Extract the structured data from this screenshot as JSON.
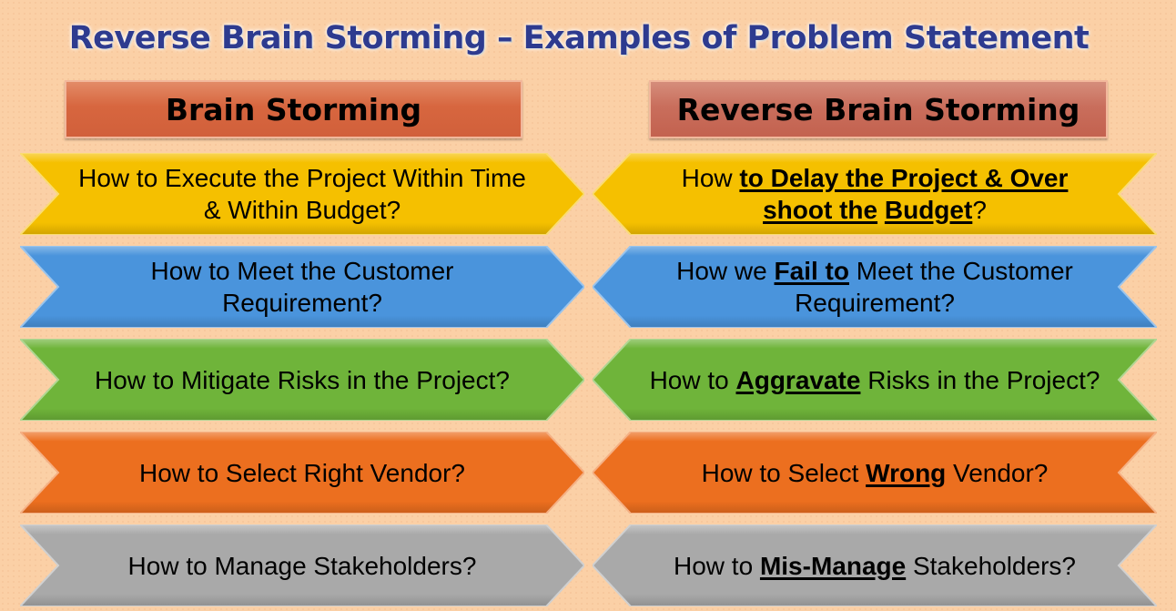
{
  "title": "Reverse Brain Storming – Examples of Problem Statement",
  "headers": {
    "left": "Brain Storming",
    "right": "Reverse Brain Storming"
  },
  "colors": {
    "yellow": "#f5c000",
    "blue": "#4a94dc",
    "green": "#6fb43a",
    "orange": "#ec6f1f",
    "gray": "#a9a9a9"
  },
  "rows": [
    {
      "color": "yellow",
      "left": [
        {
          "t": "How to Execute the Project Within Time & Within Budget?",
          "em": false
        }
      ],
      "right": [
        {
          "t": "How ",
          "em": false
        },
        {
          "t": "to Delay the Project & Over shoot the",
          "em": true
        },
        {
          "t": " ",
          "em": false
        },
        {
          "t": "Budget",
          "em": true
        },
        {
          "t": "?",
          "em": false
        }
      ]
    },
    {
      "color": "blue",
      "left": [
        {
          "t": "How to Meet the Customer Requirement?",
          "em": false
        }
      ],
      "right": [
        {
          "t": "How we ",
          "em": false
        },
        {
          "t": "Fail to",
          "em": true
        },
        {
          "t": " Meet the Customer Requirement?",
          "em": false
        }
      ]
    },
    {
      "color": "green",
      "left": [
        {
          "t": "How to Mitigate Risks in the Project?",
          "em": false
        }
      ],
      "right": [
        {
          "t": "How to ",
          "em": false
        },
        {
          "t": "Aggravate",
          "em": true
        },
        {
          "t": " Risks in the Project?",
          "em": false
        }
      ]
    },
    {
      "color": "orange",
      "left": [
        {
          "t": "How to Select Right Vendor?",
          "em": false
        }
      ],
      "right": [
        {
          "t": "How to Select ",
          "em": false
        },
        {
          "t": "Wrong",
          "em": true
        },
        {
          "t": " Vendor?",
          "em": false
        }
      ]
    },
    {
      "color": "gray",
      "left": [
        {
          "t": "How to Manage Stakeholders?",
          "em": false
        }
      ],
      "right": [
        {
          "t": "How to ",
          "em": false
        },
        {
          "t": "Mis-Manage",
          "em": true
        },
        {
          "t": " Stakeholders?",
          "em": false
        }
      ]
    }
  ]
}
